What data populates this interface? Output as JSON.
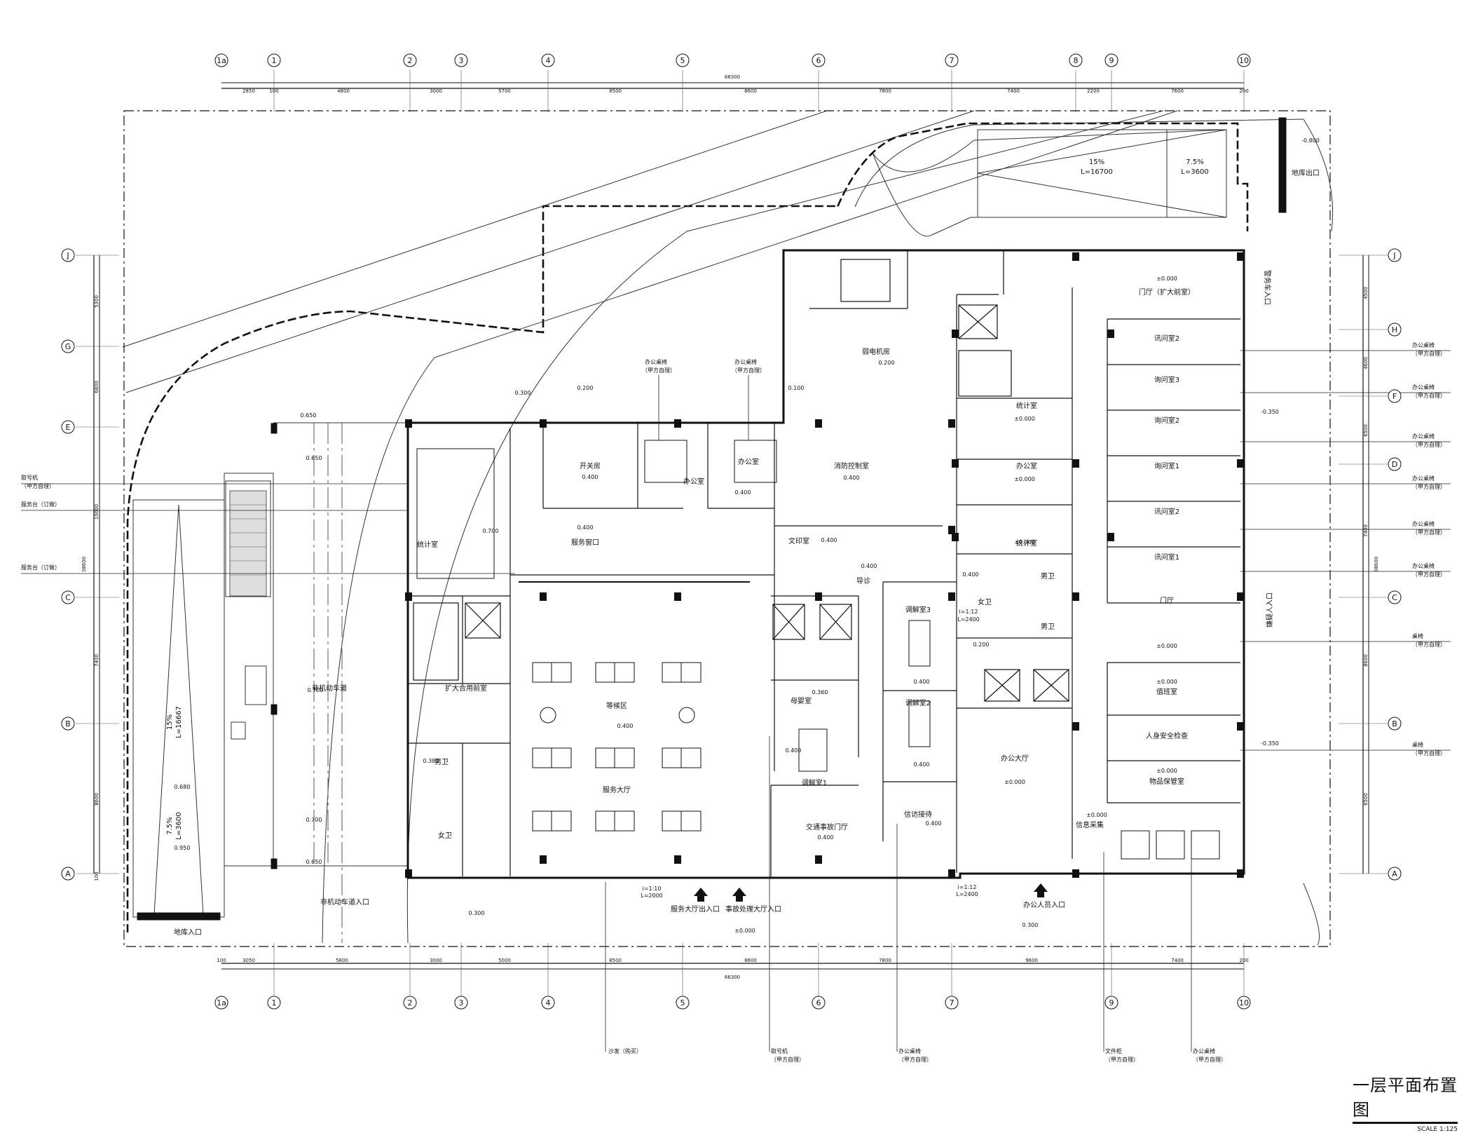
{
  "drawing": {
    "title": "一层平面布置图",
    "scale": "SCALE 1:125",
    "axes_top": [
      "1a",
      "1",
      "2",
      "3",
      "4",
      "5",
      "6",
      "7",
      "8",
      "9",
      "10"
    ],
    "axes_bottom": [
      "1a",
      "1",
      "2",
      "3",
      "4",
      "5",
      "6",
      "7",
      "9",
      "10"
    ],
    "axes_left": [
      "J",
      "G",
      "E",
      "C",
      "B",
      "A"
    ],
    "axes_right": [
      "J",
      "H",
      "F",
      "D",
      "C",
      "B",
      "A"
    ],
    "dims_top": [
      "2850",
      "100",
      "4800",
      "3000",
      "5700",
      "8500",
      "8600",
      "7800",
      "7400",
      "2200",
      "7600",
      "200"
    ],
    "dims_top_total": "66300",
    "dims_left": [
      "5300",
      "6800",
      "10000",
      "7400",
      "8600",
      "100"
    ],
    "dims_left_total": "38600",
    "dims_right": [
      "4500",
      "4600",
      "6500",
      "7400",
      "8600",
      "6500"
    ],
    "dims_right_total": "38600",
    "dims_bottom": [
      "100",
      "3050",
      "5800",
      "3000",
      "5000",
      "8500",
      "8600",
      "7800",
      "9600",
      "7400",
      "200"
    ],
    "dims_bottom_total": "66300"
  },
  "rooms": {
    "waiting": "等候区",
    "service_hall": "服务大厅",
    "service_window": "服务窗口",
    "switch_room": "开关房",
    "office": "办公室",
    "fire_control": "消防控制室",
    "statistics": "统计室",
    "mediation_3": "调解室3",
    "mediation_2": "调解室2",
    "mediation_1": "调解室1",
    "letters": "信访接待",
    "traffic_hall": "交通事故门厅",
    "office_hall": "办公大厅",
    "lobby": "门厅",
    "lobby_ext": "门厅（扩大前室）",
    "duty": "值班室",
    "security_check": "人身安全检查",
    "property": "物品保管室",
    "info_collect": "信息采集",
    "interrogation_1": "讯问室1",
    "interrogation_2": "讯问室2",
    "inquiry_1": "询问室1",
    "inquiry_2": "询问室2",
    "inquiry_3": "询问室3",
    "weak_elec": "弱电机房",
    "text_room": "文印室",
    "guide": "导诊",
    "male_wc": "男卫",
    "female_wc": "女卫",
    "front_room": "扩大合用前室",
    "mother": "母婴室",
    "bike_lane": "非机动车道",
    "parking_entry": "地库入口",
    "parking_exit": "地库出口",
    "bike_entry": "非机动车道入口",
    "hall_entry": "服务大厅出入口",
    "incident_entry": "事故处理大厅入口",
    "office_entry": "办公人员入口",
    "detainee_entry": "嫌疑人入口",
    "car_entry": "警务车入口",
    "ramp_15": "15%",
    "ramp_15_len": "L=16700",
    "ramp_75": "7.5%",
    "ramp_75_len": "L=3600",
    "ramp_left": "15%",
    "ramp_left_len": "L=16667",
    "ramp_left_lower": "7.5%",
    "ramp_left_lower_len": "L=3600"
  },
  "levels": {
    "l0400": "0.400",
    "l0300": "0.300",
    "l0200": "0.200",
    "l0100": "0.100",
    "l0000": "±0.000",
    "l0650": "0.650",
    "l0700": "0.700",
    "l0380": "0.380",
    "lm0800": "-0.800",
    "l0680": "0.680",
    "l0950": "0.950",
    "lm0350": "-0.350",
    "l0360": "0.360",
    "ramp_a": "i=1:12",
    "ramp_a_len": "L=2400",
    "ramp_b": "i=1:10",
    "ramp_b_len": "L=2000"
  },
  "leaders": {
    "ticket_machine": "取号机",
    "service_desk": "服务台（订做）",
    "office_desk": "办公桌椅",
    "party_a": "（甲方自理）",
    "sofa": "沙发（购买）",
    "file_cabinet": "文件柜",
    "desk_chair": "桌椅"
  }
}
